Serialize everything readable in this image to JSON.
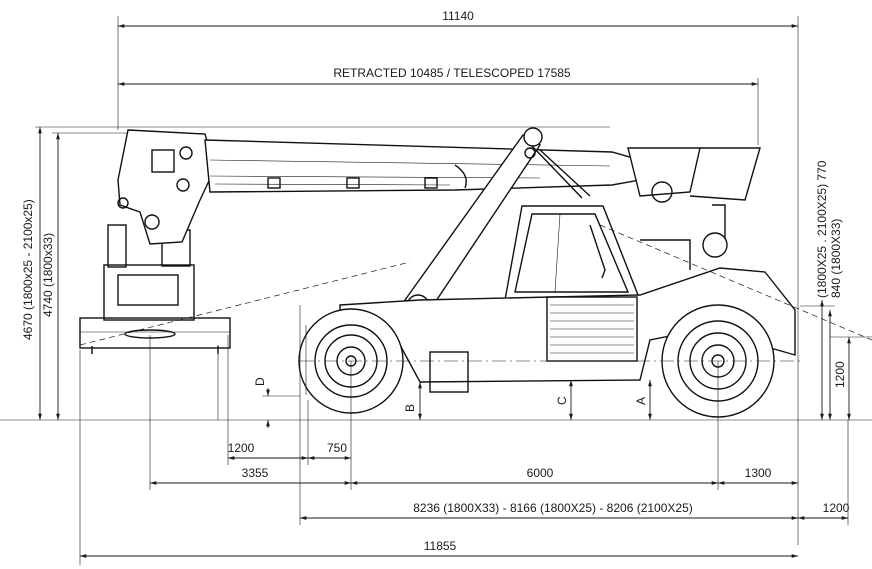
{
  "dimensions": {
    "overall_top": "11140",
    "boom_length": "RETRACTED 10485 / TELESCOPED 17585",
    "height_left_outer": "4670 (1800x25 - 2100x25)",
    "height_left_inner": "4740 (1800x33)",
    "height_right_outer": "(1800X25 . 2100X25)  770",
    "height_right_inner": "840 (1800X33)",
    "right_1200": "1200",
    "label_D": "D",
    "label_B": "B",
    "label_C": "C",
    "label_A": "A",
    "dim_1200": "1200",
    "dim_750": "750",
    "dim_3355": "3355",
    "dim_6000": "6000",
    "dim_1300": "1300",
    "dim_wheelbase": "8236 (1800X33)  -  8166 (1800X25)  -  8206 (2100X25)",
    "dim_rear_1200": "1200",
    "overall_bottom": "11855"
  }
}
